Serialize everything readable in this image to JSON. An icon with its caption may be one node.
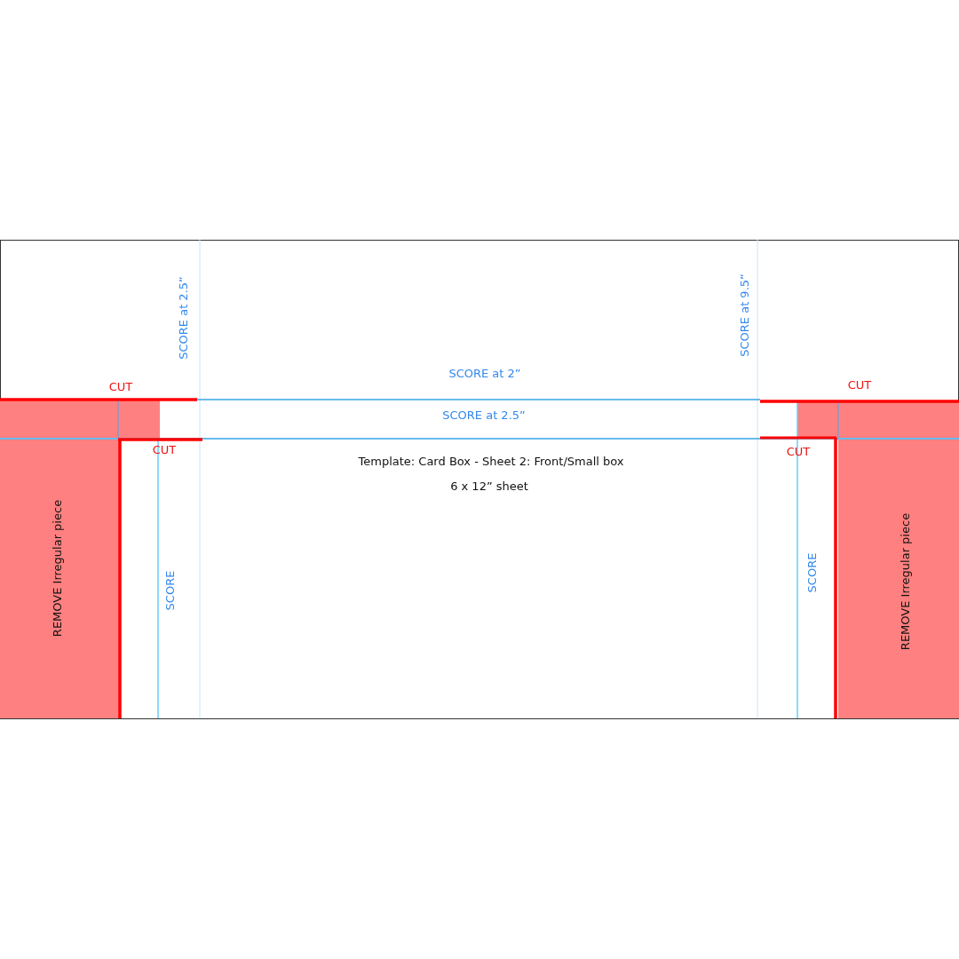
{
  "diagram": {
    "title": "Template: Card Box - Sheet 2:  Front/Small box",
    "nodes": [
      {
        "text": [
          "REMOVE Irregular piece"
        ]
      },
      {
        "text": [
          "REMOVE Irregular piece"
        ]
      }
    ],
    "labels": [
      "SCORE at 2.5”",
      "SCORE at 9.5”",
      "SCORE at 2”",
      "CUT",
      "CUT",
      "SCORE at 2.5”",
      "CUT",
      "CUT",
      "6  x 12” sheet",
      "SCORE",
      "SCORE"
    ]
  }
}
